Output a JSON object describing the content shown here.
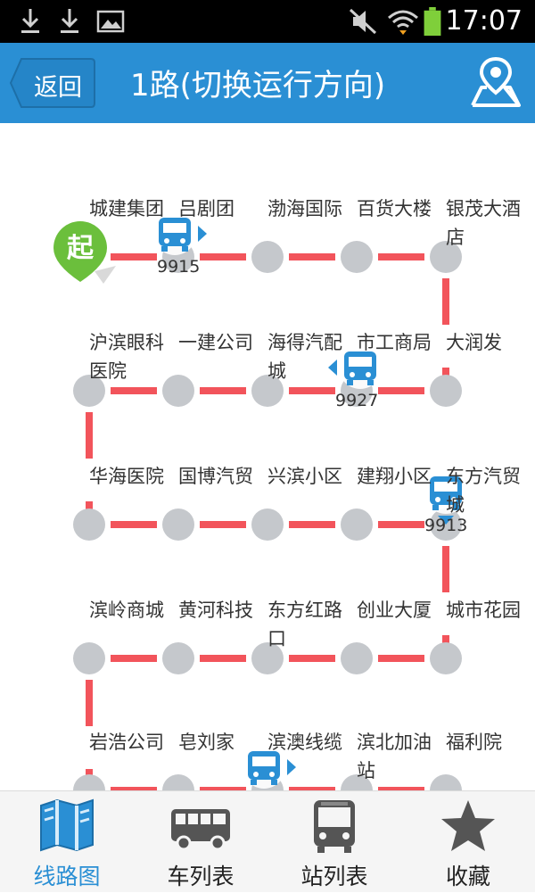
{
  "status_bar": {
    "time": "17:07"
  },
  "header": {
    "back_label": "返回",
    "title": "1路(切换运行方向)"
  },
  "route": {
    "start_badge": "起",
    "stops": [
      "城建集团",
      "吕剧团",
      "渤海国际",
      "百货大楼",
      "银茂大酒店",
      "大润发",
      "市工商局",
      "海得汽配城",
      "一建公司",
      "沪滨眼科医院",
      "华海医院",
      "国博汽贸",
      "兴滨小区",
      "建翔小区",
      "东方汽贸城",
      "城市花园",
      "创业大厦",
      "东方红路口",
      "黄河科技",
      "滨岭商城",
      "岩浩公司",
      "皂刘家",
      "滨澳线缆",
      "滨北加油站",
      "福利院"
    ],
    "buses": [
      {
        "number": "9915"
      },
      {
        "number": "9927"
      },
      {
        "number": "9913"
      },
      {
        "number": ""
      }
    ]
  },
  "tabs": [
    {
      "label": "线路图",
      "icon": "route-map-icon"
    },
    {
      "label": "车列表",
      "icon": "bus-list-icon"
    },
    {
      "label": "站列表",
      "icon": "station-list-icon"
    },
    {
      "label": "收藏",
      "icon": "favorite-star-icon"
    }
  ],
  "colors": {
    "primary": "#2a8fd4",
    "route_line": "#f2545b",
    "stop_dot": "#c5c8cc",
    "start_badge": "#6bbf3c"
  }
}
